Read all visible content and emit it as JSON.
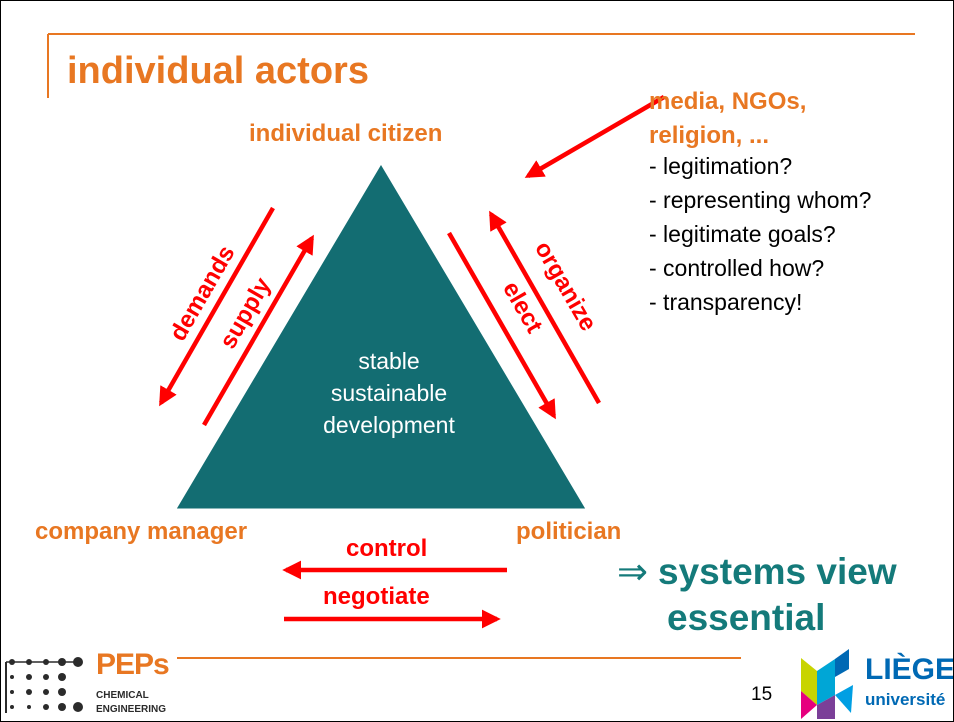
{
  "slide": {
    "title": "individual actors",
    "page_number": "15"
  },
  "nodes": {
    "top": "individual citizen",
    "left": "company manager",
    "right": "politician",
    "center": [
      "stable",
      "sustainable",
      "development"
    ]
  },
  "media": {
    "heading": [
      "media, NGOs,",
      "religion, ..."
    ],
    "bullets": [
      "- legitimation?",
      "- representing whom?",
      "- legitimate goals?",
      "- controlled how?",
      "- transparency!"
    ]
  },
  "arrows": {
    "demands": "demands",
    "supply": "supply",
    "organize": "organize",
    "elect": "elect",
    "control": "control",
    "negotiate": "negotiate"
  },
  "conclusion": {
    "symbol": "⇒",
    "line1": "systems view",
    "line2": "essential"
  },
  "logos": {
    "peps_name": "PEPs",
    "peps_sub1": "CHEMICAL",
    "peps_sub2": "ENGINEERING",
    "liege_name": "LIÈGE",
    "liege_sub": "université"
  },
  "colors": {
    "orange": "#e87722",
    "red": "#ff0000",
    "teal": "#147a7a",
    "triangle": "#136d72"
  }
}
